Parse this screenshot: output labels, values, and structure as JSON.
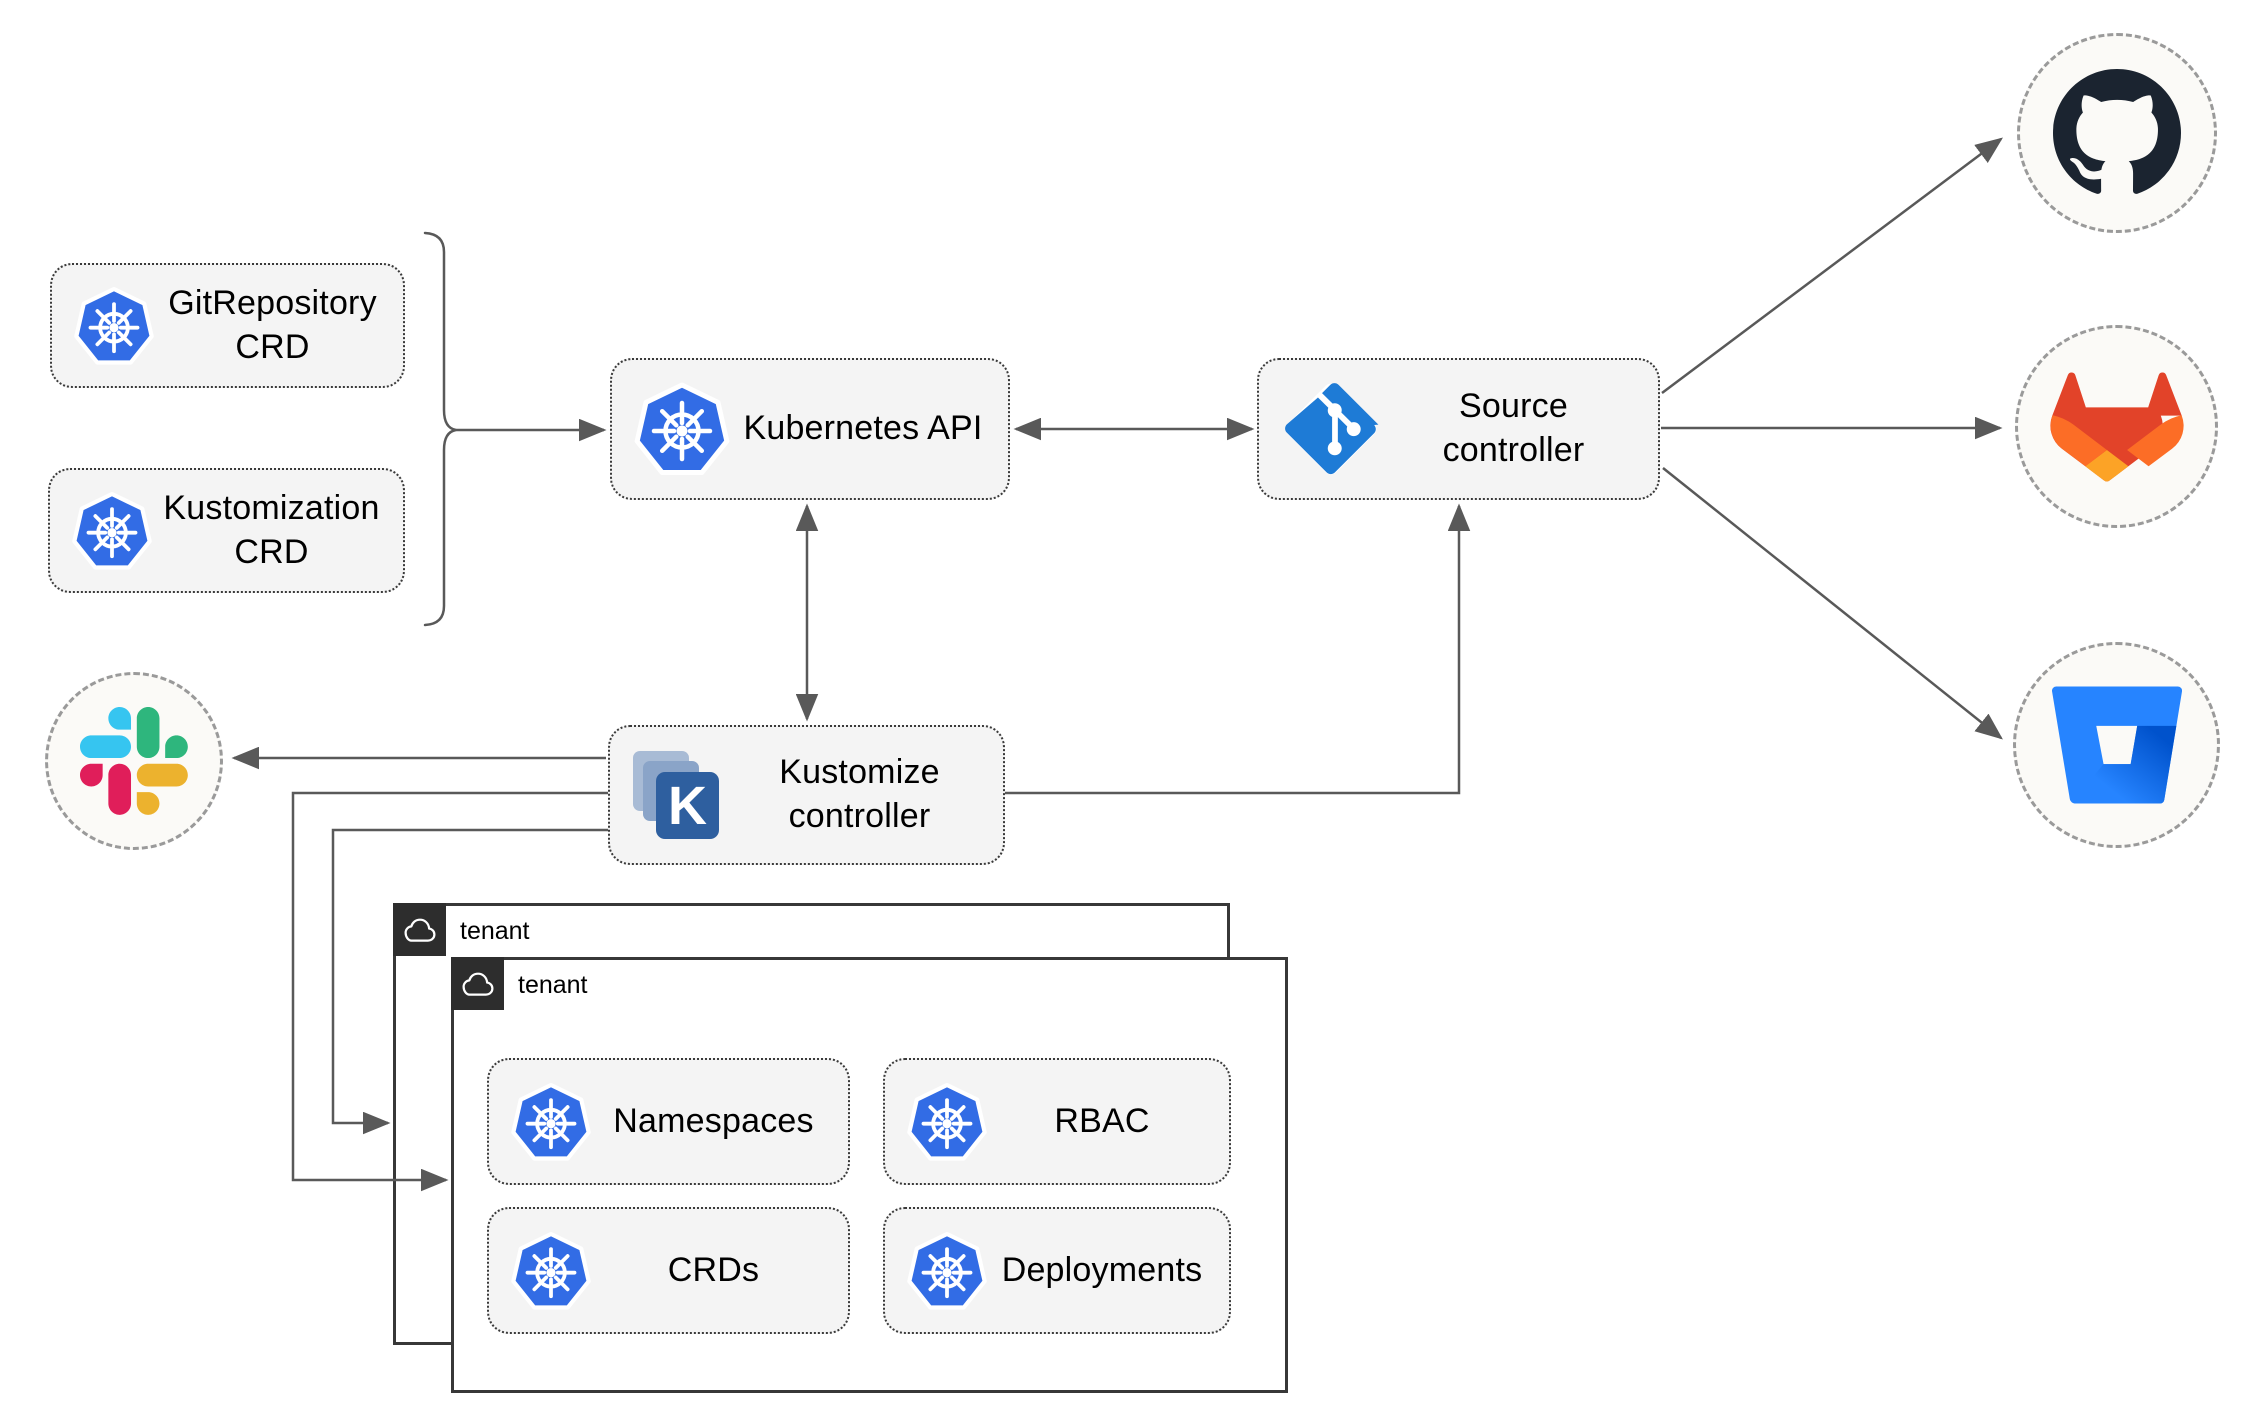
{
  "diagram": {
    "nodes": {
      "gitrepository_crd": {
        "label": "GitRepository\nCRD",
        "icon": "kubernetes"
      },
      "kustomization_crd": {
        "label": "Kustomization\nCRD",
        "icon": "kubernetes"
      },
      "kubernetes_api": {
        "label": "Kubernetes API",
        "icon": "kubernetes"
      },
      "source_controller": {
        "label": "Source\ncontroller",
        "icon": "git"
      },
      "kustomize_controller": {
        "label": "Kustomize\ncontroller",
        "icon": "kustomize"
      }
    },
    "services": {
      "github": {
        "name": "GitHub",
        "icon": "github-icon"
      },
      "gitlab": {
        "name": "GitLab",
        "icon": "gitlab-icon"
      },
      "bitbucket": {
        "name": "Bitbucket",
        "icon": "bitbucket-icon"
      },
      "slack": {
        "name": "Slack",
        "icon": "slack-icon"
      }
    },
    "tenants": {
      "back": {
        "label": "tenant",
        "icon": "cloud-icon"
      },
      "front": {
        "label": "tenant",
        "icon": "cloud-icon"
      }
    },
    "tenant_resources": {
      "namespaces": {
        "label": "Namespaces",
        "icon": "kubernetes"
      },
      "rbac": {
        "label": "RBAC",
        "icon": "kubernetes"
      },
      "crds": {
        "label": "CRDs",
        "icon": "kubernetes"
      },
      "deployments": {
        "label": "Deployments",
        "icon": "kubernetes"
      }
    },
    "colors": {
      "kubernetes_blue": "#326ce5",
      "git_blue": "#1e7bd6",
      "kustomize_front_blue": "#2e5f9f",
      "kustomize_mid_blue": "#8aa4c8",
      "kustomize_back_blue": "#a8bbd5",
      "github_dark": "#1b2430",
      "gitlab_red": "#e24329",
      "gitlab_orange": "#fc6d26",
      "gitlab_light_orange": "#fca326",
      "bitbucket_blue": "#2684ff",
      "slack_blue": "#36c5f0",
      "slack_green": "#2eb67d",
      "slack_yellow": "#ecb22e",
      "slack_pink": "#e01e5a",
      "node_fill": "#f4f4f4",
      "wire_gray": "#595959",
      "tenant_tab_dark": "#2d2d2d"
    }
  }
}
